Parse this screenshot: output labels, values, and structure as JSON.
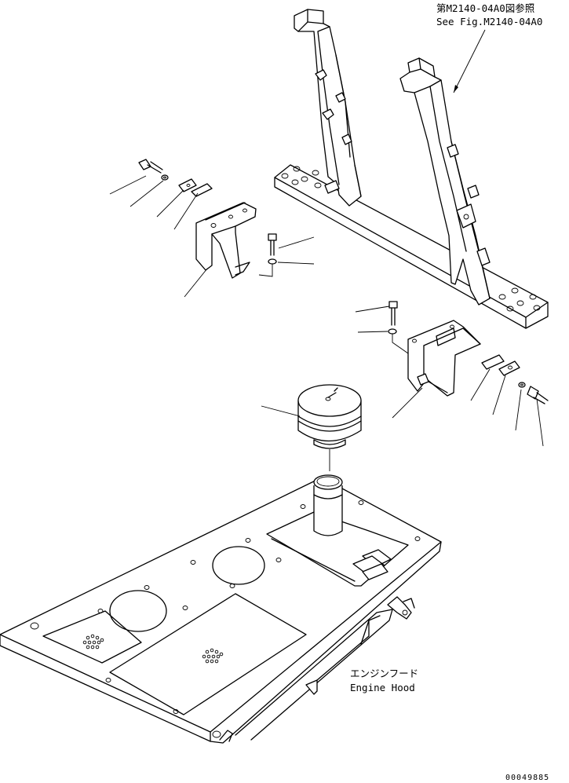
{
  "references": {
    "ref_jp": "第M2140-04A0図参照",
    "ref_en": "See Fig.M2140-04A0"
  },
  "callouts": {
    "hood_jp": "エンジンフード",
    "hood_en": "Engine Hood"
  },
  "drawing_number": "00049885"
}
